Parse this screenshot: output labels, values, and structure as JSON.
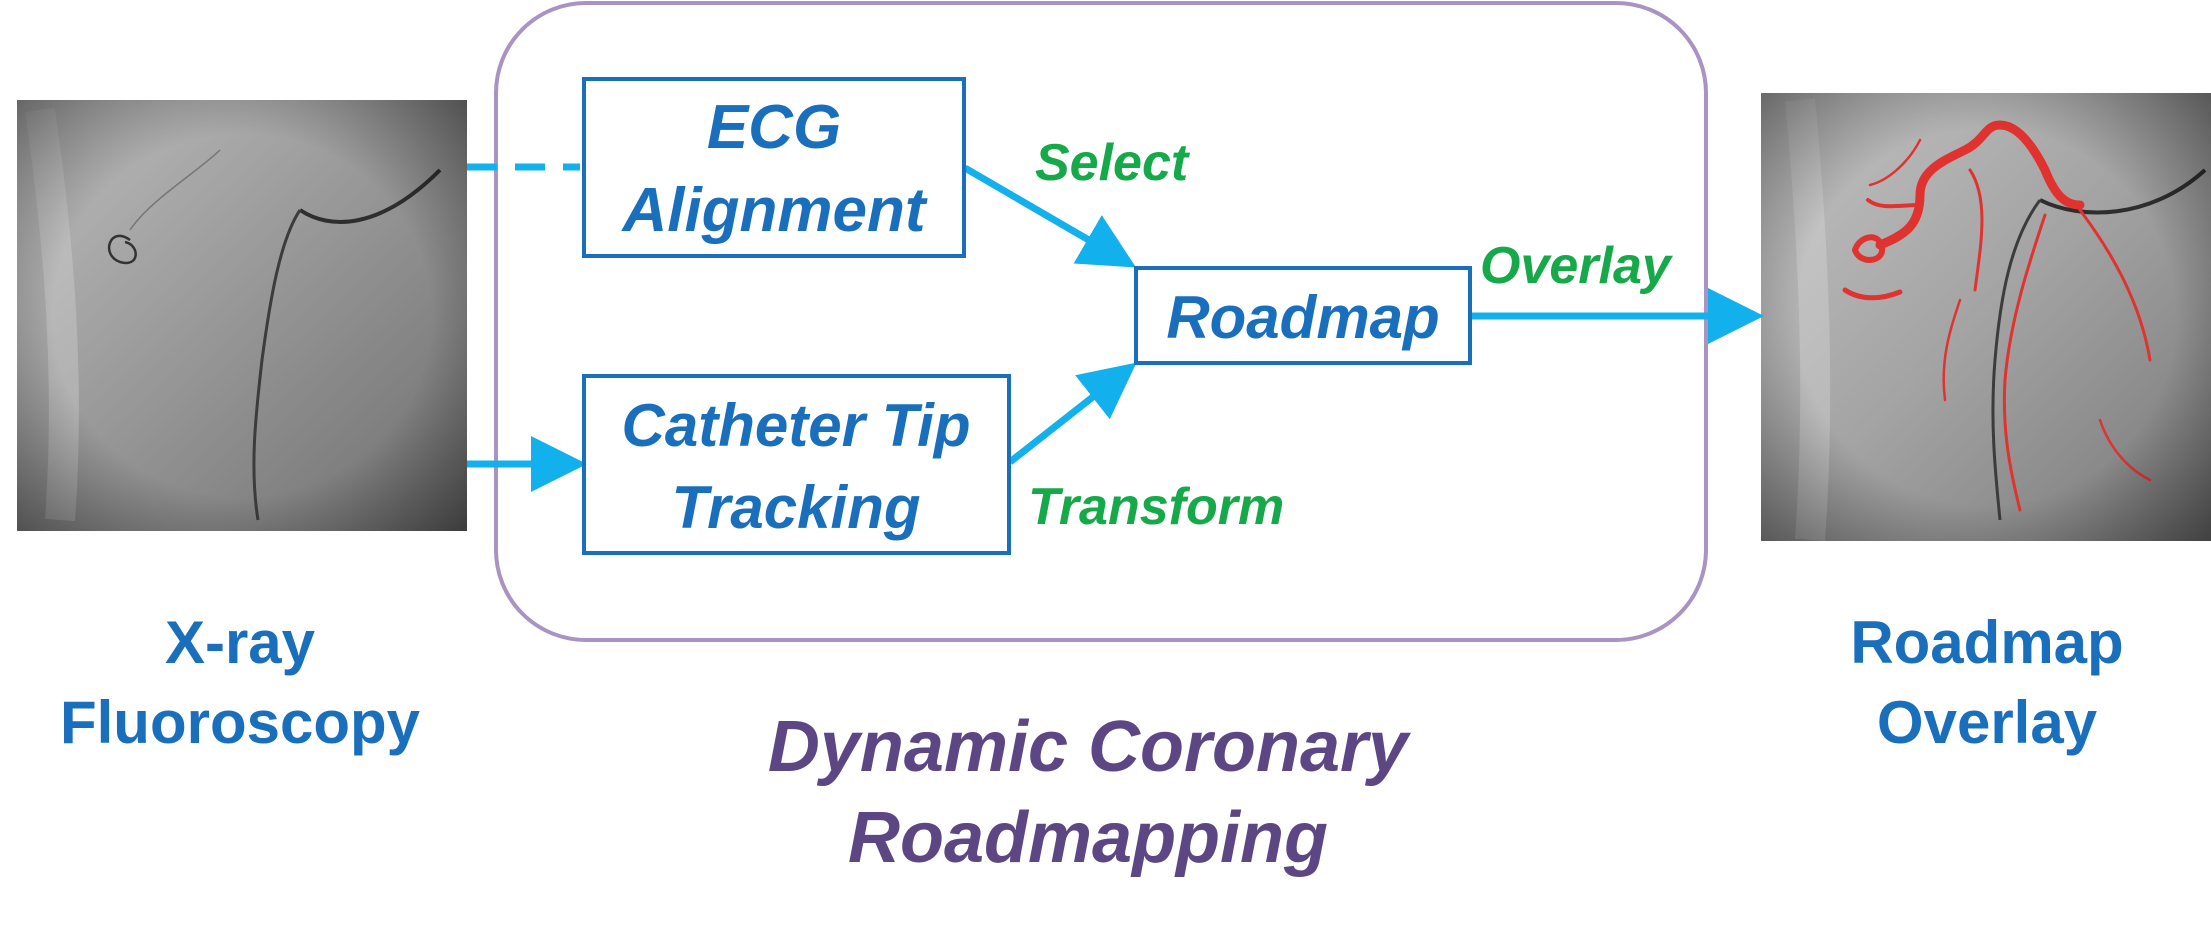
{
  "colors": {
    "box_text": "#1a6fbd",
    "box_border": "#1a6fbd",
    "arrow": "#12b0ec",
    "edge_label": "#16a94a",
    "container_border": "#a893c2",
    "title": "#5c4784",
    "caption": "#1a6fbd",
    "vessel_overlay": "#e0332f"
  },
  "boxes": {
    "ecg": {
      "line1": "ECG",
      "line2": "Alignment"
    },
    "tip": {
      "line1": "Catheter Tip",
      "line2": "Tracking"
    },
    "roadmap": {
      "label": "Roadmap"
    }
  },
  "edges": {
    "select": "Select",
    "transform": "Transform",
    "overlay": "Overlay"
  },
  "images": {
    "left": {
      "description_icon": "xray-fluoroscopy-image"
    },
    "right": {
      "description_icon": "roadmap-overlay-image"
    }
  },
  "captions": {
    "left": {
      "line1": "X-ray",
      "line2": "Fluoroscopy"
    },
    "right": {
      "line1": "Roadmap",
      "line2": "Overlay"
    },
    "title": {
      "line1": "Dynamic Coronary",
      "line2": "Roadmapping"
    }
  }
}
